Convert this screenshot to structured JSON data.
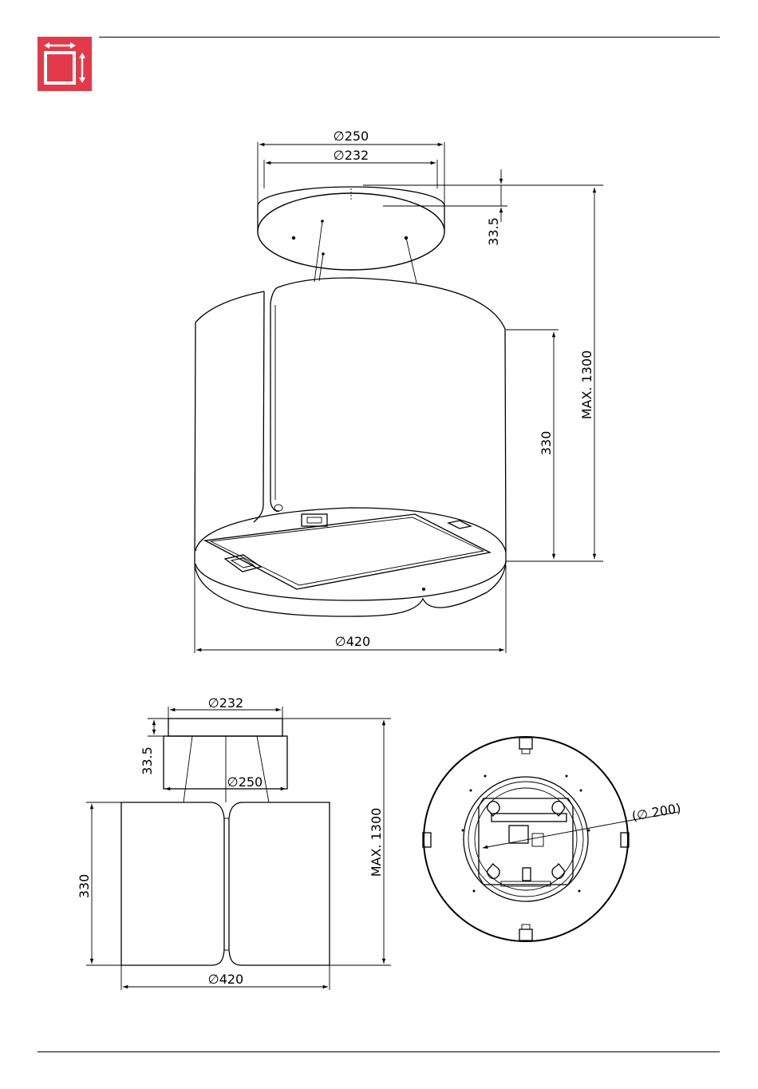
{
  "header": {
    "badge_color": "#e23a4a",
    "badge_icon": "dimensions-icon"
  },
  "drawings": {
    "perspective": {
      "top_outer_diameter": "∅250",
      "top_inner_diameter": "∅232",
      "collar_height": "33.5",
      "body_height": "330",
      "max_height": "MAX. 1300",
      "body_diameter": "∅420"
    },
    "front": {
      "top_diameter": "∅232",
      "collar_height": "33.5",
      "collar_diameter": "∅250",
      "body_height": "330",
      "max_height": "MAX. 1300",
      "body_diameter": "∅420"
    },
    "top": {
      "duct_diameter": "(∅ 200)"
    }
  }
}
